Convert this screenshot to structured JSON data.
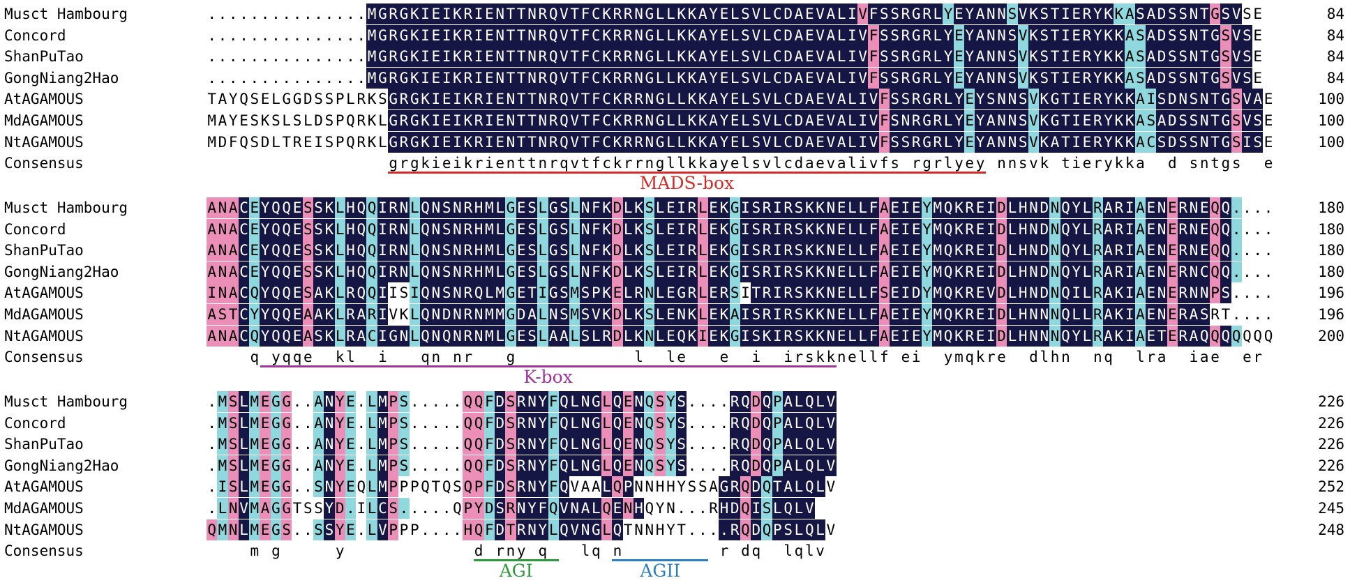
{
  "blocks": [
    {
      "rows": [
        {
          "name": "Musct Hambourg",
          "seq": "...............MGRGKIEIKRIENTTNRQVTFCKRRNGLLKKAYELSVLCDAEVALIVFSSRGRLYEYANNSVKSTIERYKKASADSSNTGSVSE",
          "cls": "...............KKKKKKKKKKKKKKKKKKKKKKKKKKKKKKKKKKKKKKKKKKKKKKPKKKKKKKCKKKKKCKKKKKKKKKCCKKKKKKKPKK",
          "end": "84"
        },
        {
          "name": "Concord",
          "seq": "...............MGRGKIEIKRIENTTNRQVTFCKRRNGLLKKAYELSVLCDAEVALIVFSSRGRLYEYANNSVKSTIERYKKASADSSNTGSVSE",
          "cls": "...............KKKKKKKKKKKKKKKKKKKKKKKKKKKKKKKKKKKKKKKKKKKKKKKPKKKKKKKCKKKKKCKKKKKKKKKCCKKKKKKKPKK",
          "end": "84"
        },
        {
          "name": "ShanPuTao",
          "seq": "...............MGRGKIEIKRIENTTNRQVTFCKRRNGLLKKAYELSVLCDAEVALIVFSSRGRLYEYANNSVKSTIERYKKASADSSNTGSVSE",
          "cls": "...............KKKKKKKKKKKKKKKKKKKKKKKKKKKKKKKKKKKKKKKKKKKKKKKPKKKKKKKCKKKKKCKKKKKKKKKCCKKKKKKKPKK",
          "end": "84"
        },
        {
          "name": "GongNiang2Hao",
          "seq": "...............MGRGKIEIKRIENTTNRQVTFCKRRNGLLKKAYELSVLCDAEVALIVFSSRGRLYEYANNSVKSTIERYKKASADSSNTGSVSE",
          "cls": "...............KKKKKKKKKKKKKKKKKKKKKKKKKKKKKKKKKKKKKKKKKKKKKKKPKKKKKKKCKKKKKCKKKKKKKKKCCKKKKKKKPKK",
          "end": "84"
        },
        {
          "name": "AtAGAMOUS",
          "seq": "TAYQSELGGDSSPLRKSGRGKIEIKRIENTTNRQVTFCKRRNGLLKKAYELSVLCDAEVALIVFSSRGRLYEYSNNSVKGTIERYKKAISDNSNTGSVAE",
          "cls": "wwwwwwwwwwwwwwwwwKKKKKKKKKKKKKKKKKKKKKKKKKKKKKKKKKKKKKKKKKKKKKKPKKKKKKKCKKKKKCKKKKKKKKKCCKKKKKKKPKK",
          "end": "100"
        },
        {
          "name": "MdAGAMOUS",
          "seq": "MAYESKSLSLDSPQRKLGRGKIEIKRIENTTNRQVTFCKRRNGLLKKAYELSVLCDAEVALIVFSNRGRLYEYANNSVKGTIERYKKASADSSNTGSVSE",
          "cls": "wwwwwwwwwwwwwwwwwKKKKKKKKKKKKKKKKKKKKKKKKKKKKKKKKKKKKKKKKKKKKKKPKKKKKKKCKKKKKCKKKKKKKKKCCKKKKKKKPKK",
          "end": "100"
        },
        {
          "name": "NtAGAMOUS",
          "seq": "MDFQSDLTREISPQRKLGRGKIEIKRIENTTNRQVTFCKRRNGLLKKAYELSVLCDAEVALIVFSSRGRLYEYANNSVKATIERYKKACSDSSNTGSISE",
          "cls": "wwwwwwwwwwwwwwwwwKKKKKKKKKKKKKKKKKKKKKKKKKKKKKKKKKKKKKKKKKKKKKKPKKKKKKKCKKKKKCKKKKKKKKKCCKKKKKKKPKK",
          "end": "100"
        }
      ],
      "consensus": "                 grgkieikrienttnrqvtfckrrngllkkayelsvlcdaevalivfs rgrlyey nnsvk tierykka  d sntgs  e",
      "domains": [
        {
          "label": "MADS-box",
          "color": "#d42a2a",
          "start": 17,
          "end": 73
        }
      ]
    },
    {
      "rows": [
        {
          "name": "Musct Hambourg",
          "seq": "ANACEYQQESSKLHQQIRNLQNSNRHMLGESLGSLNFKDLKSLEIRLEKGISRIRSKKNELLFAEIEYMQKREIDLHNDNQYLRARIAENERNEQQ....",
          "cls": "PPPKCKKKKPKKCKKCKKKCKKKKKKKKCKKCKKCKKKPKKCKKKKPKKCKKKKKKKKKKKKKPKKKCKKKKKKPKKKKCKKKCKKKCKKPKKKPKC....",
          "end": "180"
        },
        {
          "name": "Concord",
          "seq": "ANACEYQQESSKLHQQIRNLQNSNRHMLGESLGSLNFKDLKSLEIRLEKGISRIRSKKNELLFAEIEYMQKREIDLHNDNQYLRARIAENERNEQQ....",
          "cls": "PPPKCKKKKPKKCKKCKKKCKKKKKKKKCKKCKKCKKKPKKCKKKKPKKCKKKKKKKKKKKKKPKKKCKKKKKKPKKKKCKKKCKKKCKKPKKKPKC....",
          "end": "180"
        },
        {
          "name": "ShanPuTao",
          "seq": "ANACEYQQESSKLHQQIRNLQNSNRHMLGESLGSLNFKDLKSLEIRLEKGISRIRSKKNELLFAEIEYMQKREIDLHNDNQYLRARIAENERNEQQ....",
          "cls": "PPPKCKKKKPKKCKKCKKKCKKKKKKKKCKKCKKCKKKPKKCKKKKPKKCKKKKKKKKKKKKKPKKKCKKKKKKPKKKKCKKKCKKKCKKPKKKPKC....",
          "end": "180"
        },
        {
          "name": "GongNiang2Hao",
          "seq": "ANACEYQQESSKLHQQIRNLQNSNRHMLGESLGSLNFKDLKSLEIRLEKGISRIRSKKNELLFAEIEYMQKREIDLHNDNQYLRARIAENERNCQQ....",
          "cls": "PPPKCKKKKPKKCKKCKKKCKKKKKKKKCKKCKKCKKKPKKCKKKKPKKCKKKKKKKKKKKKKPKKKCKKKKKKPKKKKCKKKCKKKCKKPKKKPKC....",
          "end": "180"
        },
        {
          "name": "AtAGAMOUS",
          "seq": "INACQYQQESAKLRQQIISIQNSNRQLMGETIGSMSPKELRNLEGRLERSITRIRSKKNELLFSEIDYMQKREVDLHNDNQILRAKIAENERNNPS....",
          "cls": "PPPKCKKKKPKKCKKCKwwCKKKKKKKKCKKCKKCKKKPKKCKKKKPKKCwKKKKKKKKKKKKPKKKCKKKKKKPKKKKCKKKCKKKCKKPKKKPKw....",
          "end": "196"
        },
        {
          "name": "MdAGAMOUS",
          "seq": "ASTCYYQQEAAKLRARIVKLQNDNRNMMGDALNSMSVKDLKSLENKLEKAISRIRSKKNELLFAEIEYMQKREIDLHNNNQLLRAKIAENERASRT....",
          "cls": "PPPKCKKKKPKKCKKCKwwCKKKKKKKKCKKCKKCKKKPKKCKKKKPKKCKKKKKKKKKKKKKPKKKCKKKKKKPKKKKCKKKCKKKCKKPKKKwww....",
          "end": "196"
        },
        {
          "name": "NtAGAMOUS",
          "seq": "ANACQYQQEASKLRACIGNLQNQNRNMLGESLAALSLRDLKNLEQKIEKGISKIRSKKNELLFAEIEYMQKREIDLHNNNQYLRAKIAETERAQQQQQQQ",
          "cls": "PPPKCKKKKPKKCKKCKKKCKKKKKKKKCKKCKKCKKKPKKCKKKKPKKCKKKKKKKKKKKKKPKKKCKKKKKKPKKKKCKKKCKKKCKKPKKKPKCwwww",
          "end": "200"
        }
      ],
      "consensus": "    q yqqe  kl  i   qn nr   g           l  le   e  i  irskknellf ei  ymqkre  dlhn  nq  lra  iae  er",
      "domains": [
        {
          "label": "K-box",
          "color": "#a0359e",
          "start": 5,
          "end": 59
        }
      ]
    },
    {
      "rows": [
        {
          "name": "Musct Hambourg",
          "seq": ".MSLMEGG..ANYE.LMPS.....QQFDSRNYFQLNGLQENQSYS....RQDQPALQLV",
          "cls": ".CPKCPCP..CKPC.CKPC.....PPCKPKKKCKKKKPKPKCPCK....KKPKCKKKKK",
          "end": "226"
        },
        {
          "name": "Concord",
          "seq": ".MSLMEGG..ANYE.LMPS.....QQFDSRNYFQLNGLQENQSYS....RQDQPALQLV",
          "cls": ".CPKCPCP..CKPC.CKPC.....PPCKPKKKCKKKKPKPKCPCK....KKPKCKKKKK",
          "end": "226"
        },
        {
          "name": "ShanPuTao",
          "seq": ".MSLMEGG..ANYE.LMPS.....QQFDSRNYFQLNGLQENQSYS....RQDQPALQLV",
          "cls": ".CPKCPCP..CKPC.CKPC.....PPCKPKKKCKKKKPKPKCPCK....KKPKCKKKKK",
          "end": "226"
        },
        {
          "name": "GongNiang2Hao",
          "seq": ".MSLMEGG..ANYE.LMPS.....QQFDSRNYFQLNGLQENQSYS....RQDQPALQLV",
          "cls": ".CPKCPCP..CKPC.CKPC.....PPCKPKKKCKKKKPKPKCPCK....KKPKCKKKKK",
          "end": "226"
        },
        {
          "name": "AtAGAMOUS",
          "seq": ".ISLMEGG..SNYEQLMPPPQTQSQPFDSRNYFQVAALQPNNHHYSSAGRQDQTALQLV",
          "cls": ".CPKCPCP..CKPCwCKPwwwwwwPPCKPKKKCKwwwKPKwwwwwwwwKKPKCKKKKK",
          "end": "252"
        },
        {
          "name": "MdAGAMOUS",
          "seq": ".LNVMAGGTSSYD.ILCS.....QPYDSRNYFQVNALQENHQYN...RHDQISLQLV",
          "cls": ".CPKCPCPwwwKPC.CKPC.....PPCKPKKKCKKKKPKPKwwww...KKPKCKKKKK",
          "end": "245"
        },
        {
          "name": "NtAGAMOUS",
          "seq": "QMNLMEGS..SSYE.LVPPP....HQFDTRNYLQVNGLQTNNHYT....RQDQPSLQLV",
          "cls": "PCPKCPCP..CKPC.CKPww....PPCKPKKKCKKKKPKwwwww....KKPKCKKKKK",
          "end": "248"
        }
      ],
      "consensus": "    m g     y            d rny q   lq n         r dq  lqlv",
      "domains": [
        {
          "label": "AGI",
          "color": "#2a9a3a",
          "start": 25,
          "end": 33
        },
        {
          "label": "AGII",
          "color": "#2a7fc4",
          "start": 38,
          "end": 47
        }
      ]
    }
  ]
}
